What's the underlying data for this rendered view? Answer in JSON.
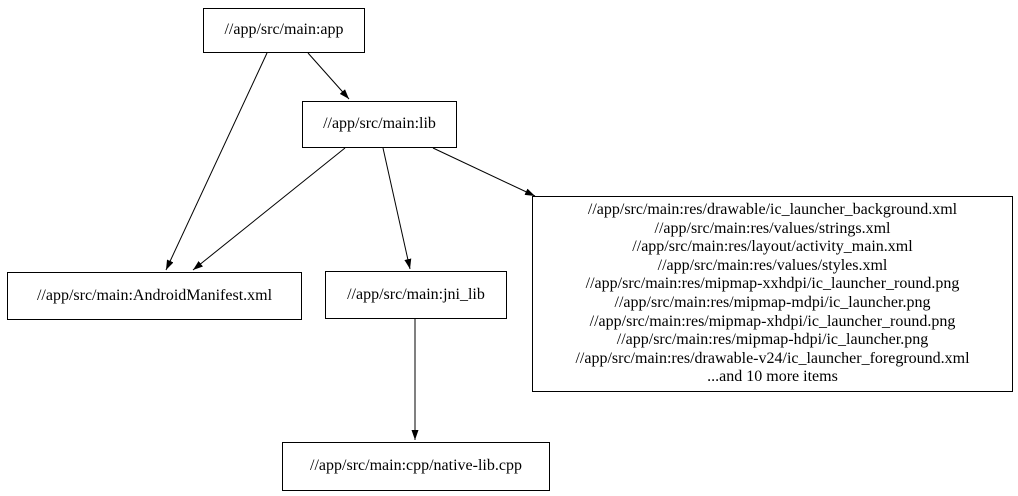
{
  "colors": {
    "background": "#ffffff",
    "node_border": "#000000",
    "node_fill": "#ffffff",
    "edge": "#000000",
    "text": "#000000"
  },
  "graph": {
    "type": "digraph-dependency-graph",
    "nodes": {
      "app": {
        "id": "app",
        "label": "//app/src/main:app"
      },
      "lib": {
        "id": "lib",
        "label": "//app/src/main:lib"
      },
      "manifest": {
        "id": "manifest",
        "label": "//app/src/main:AndroidManifest.xml"
      },
      "jni_lib": {
        "id": "jni_lib",
        "label": "//app/src/main:jni_lib"
      },
      "resources": {
        "id": "resources",
        "lines": [
          "//app/src/main:res/drawable/ic_launcher_background.xml",
          "//app/src/main:res/values/strings.xml",
          "//app/src/main:res/layout/activity_main.xml",
          "//app/src/main:res/values/styles.xml",
          "//app/src/main:res/mipmap-xxhdpi/ic_launcher_round.png",
          "//app/src/main:res/mipmap-mdpi/ic_launcher.png",
          "//app/src/main:res/mipmap-xhdpi/ic_launcher_round.png",
          "//app/src/main:res/mipmap-hdpi/ic_launcher.png",
          "//app/src/main:res/drawable-v24/ic_launcher_foreground.xml",
          "...and 10 more items"
        ]
      },
      "cpp": {
        "id": "cpp",
        "label": "//app/src/main:cpp/native-lib.cpp"
      }
    },
    "edges": [
      {
        "from": "app",
        "to": "manifest"
      },
      {
        "from": "app",
        "to": "lib"
      },
      {
        "from": "lib",
        "to": "manifest"
      },
      {
        "from": "lib",
        "to": "jni_lib"
      },
      {
        "from": "lib",
        "to": "resources"
      },
      {
        "from": "jni_lib",
        "to": "cpp"
      }
    ]
  }
}
